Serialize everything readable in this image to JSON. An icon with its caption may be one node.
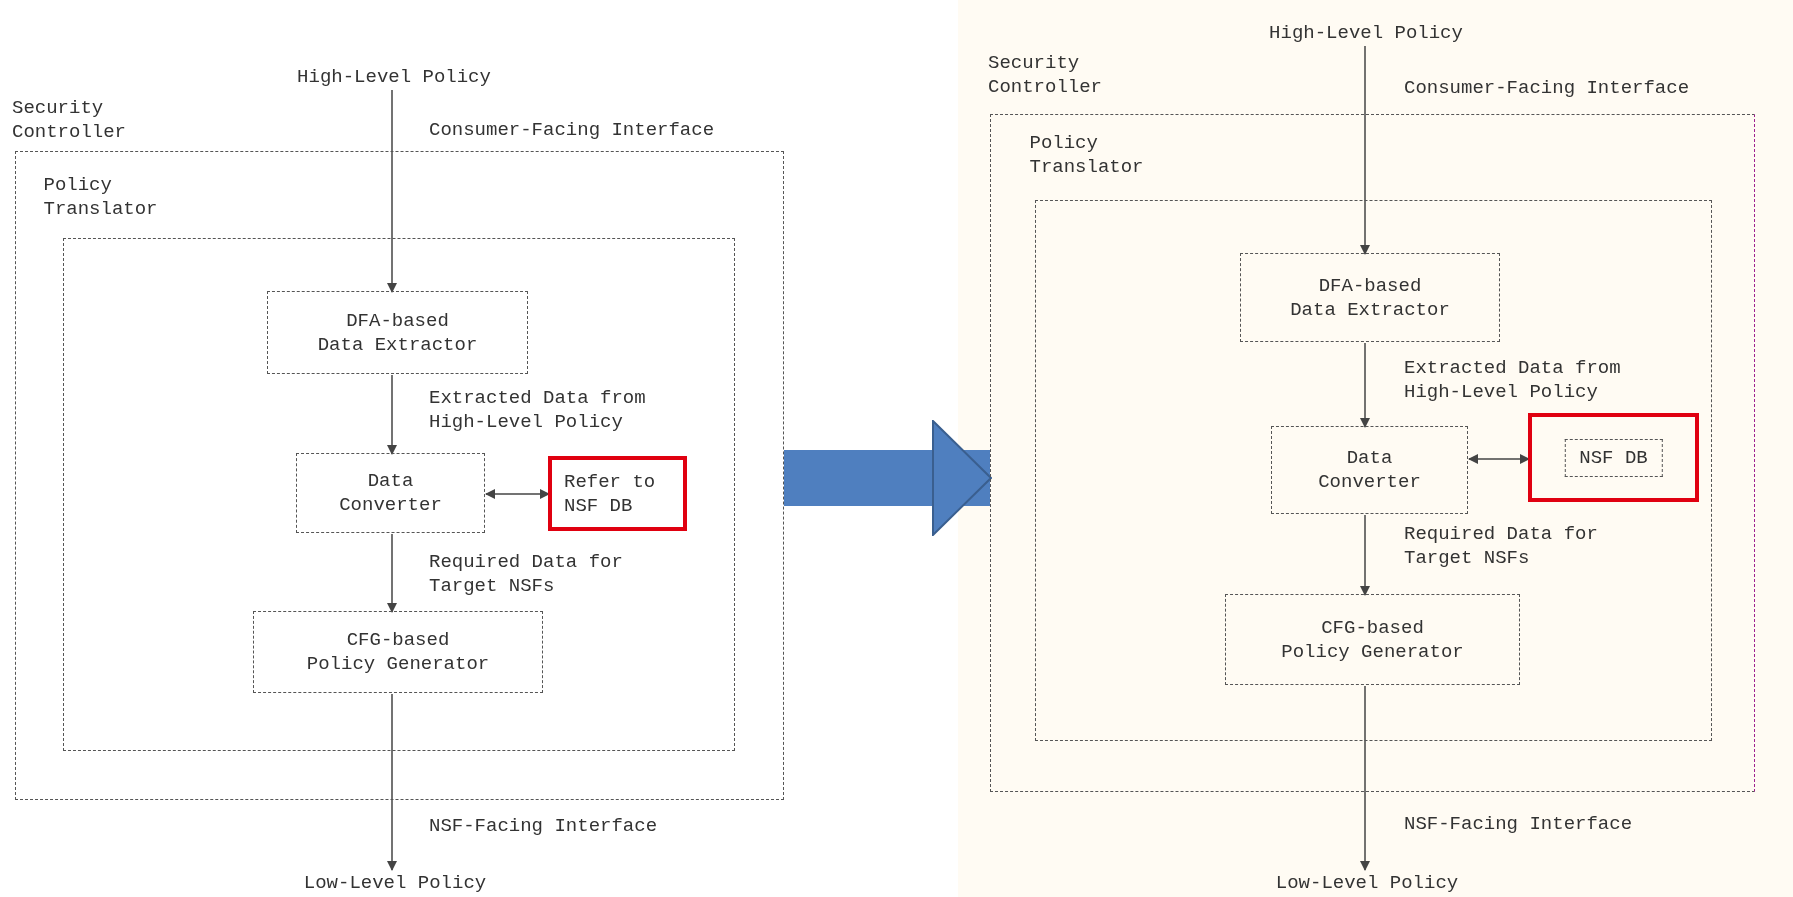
{
  "diagram": {
    "nodes": [
      {
        "text": [
          "Security Controller"
        ]
      },
      {
        "text": [
          "Policy Translator"
        ],
        "in": 0
      },
      {
        "text": [
          "DFA-based Data Extractor"
        ],
        "in": 1
      },
      {
        "text": [
          "Data Converter"
        ],
        "in": 1
      },
      {
        "text": [
          "Refer to NSF DB"
        ],
        "in": 1
      },
      {
        "text": [
          "CFG-based Policy Generator"
        ],
        "in": 1
      },
      {
        "text": [
          "High-Level Policy"
        ]
      },
      {
        "text": [
          "Low-Level Policy"
        ]
      },
      {
        "text": [
          "Security Controller"
        ]
      },
      {
        "text": [
          "Policy Translator"
        ],
        "in": 8
      },
      {
        "text": [
          "DFA-based Data Extractor"
        ],
        "in": 9
      },
      {
        "text": [
          "Data Converter"
        ],
        "in": 9
      },
      {
        "text": [
          "NSF DB"
        ],
        "in": 9
      },
      {
        "text": [
          "CFG-based Policy Generator"
        ],
        "in": 9
      },
      {
        "text": [
          "High-Level Policy"
        ]
      },
      {
        "text": [
          "Low-Level Policy"
        ]
      }
    ],
    "edges": [
      {
        "from": 6,
        "to": 2,
        "arrow": "to",
        "label": "Consumer-Facing Interface"
      },
      {
        "from": 2,
        "to": 3,
        "arrow": "to",
        "label": "Extracted Data from High-Level Policy"
      },
      {
        "from": 3,
        "to": 4,
        "arrow": "both"
      },
      {
        "from": 3,
        "to": 5,
        "arrow": "to",
        "label": "Required Data for Target NSFs"
      },
      {
        "from": 5,
        "to": 7,
        "arrow": "to",
        "label": "NSF-Facing Interface"
      },
      {
        "from": 0,
        "to": 8,
        "arrow": "to",
        "style": "thick",
        "color": "#4f7fbf"
      },
      {
        "from": 14,
        "to": 10,
        "arrow": "to",
        "label": "Consumer-Facing Interface"
      },
      {
        "from": 10,
        "to": 11,
        "arrow": "to",
        "label": "Extracted Data from High-Level Policy"
      },
      {
        "from": 11,
        "to": 12,
        "arrow": "both"
      },
      {
        "from": 11,
        "to": 13,
        "arrow": "to",
        "label": "Required Data for Target NSFs"
      },
      {
        "from": 13,
        "to": 15,
        "arrow": "to",
        "label": "NSF-Facing Interface"
      }
    ]
  }
}
